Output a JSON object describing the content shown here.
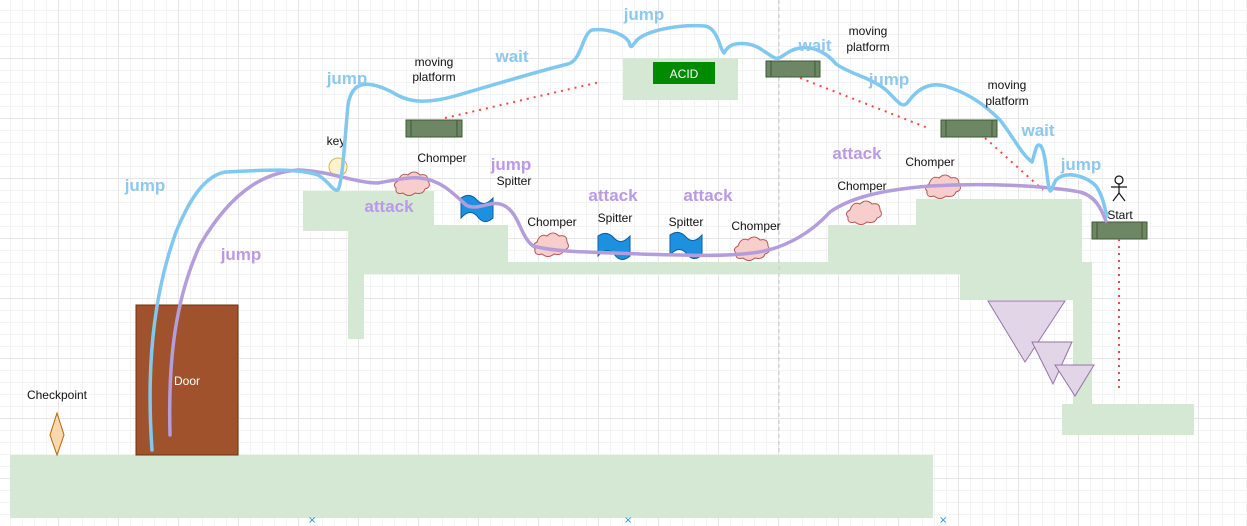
{
  "colors": {
    "ground": "#d5e8d4",
    "platform": "#6d8764",
    "door": "#a0522d",
    "acid": "#008a00",
    "jump_path": "#80c8f0",
    "purple_path": "#b39ddb",
    "jump_text": "#8cc8f0",
    "purple_text": "#bb99e6",
    "spike": "#e1d5e7",
    "dotted": "#ff4444",
    "chomper": "#f8cecc",
    "spitter": "#1e90e0"
  },
  "objects": {
    "door": "Door",
    "acid": "ACID",
    "checkpoint": "Checkpoint",
    "key": "key",
    "start": "Start"
  },
  "platform_labels": [
    "moving platform",
    "moving platform",
    "moving platform"
  ],
  "enemy_labels": [
    "Chomper",
    "Spitter",
    "Chomper",
    "Spitter",
    "Spitter",
    "Chomper",
    "Chomper",
    "Chomper"
  ],
  "blue_actions": [
    "jump",
    "jump",
    "wait",
    "jump",
    "wait",
    "jump",
    "wait",
    "jump"
  ],
  "purple_actions": [
    "jump",
    "attack",
    "jump",
    "attack",
    "attack",
    "attack"
  ]
}
